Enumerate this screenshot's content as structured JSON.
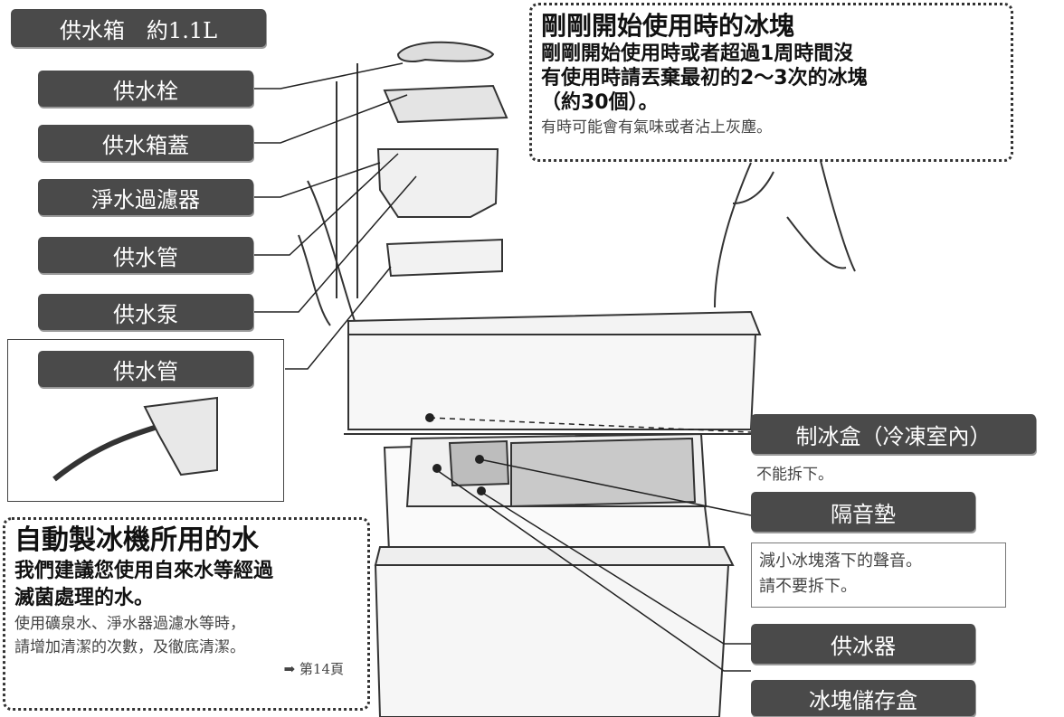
{
  "labels": {
    "tank": "供水箱　約1.1L",
    "plug": "供水栓",
    "tank_lid": "供水箱蓋",
    "filter": "淨水過濾器",
    "pipe1": "供水管",
    "pump": "供水泵",
    "pipe2": "供水管",
    "ice_tray": "制冰盒（冷凍室內）",
    "ice_tray_note": "不能拆下。",
    "mat": "隔音墊",
    "mat_note_1": "減小冰塊落下的聲音。",
    "mat_note_2": "請不要拆下。",
    "ice_feeder": "供冰器",
    "ice_box": "冰塊儲存盒"
  },
  "top_note": {
    "title": "剛剛開始使用時的冰塊",
    "line1": "剛剛開始使用時或者超過1周時間沒",
    "line2": "有使用時請丟棄最初的2～3次的冰塊",
    "line3": "（約30個）。",
    "sub": "有時可能會有氣味或者沾上灰塵。"
  },
  "bottom_note": {
    "title": "自動製冰機所用的水",
    "line1": "我們建議您使用自來水等經過",
    "line2": "滅菌處理的水。",
    "sub1": "使用礦泉水、淨水器過濾水等時，",
    "sub2": "請增加清潔的次數，及徹底清潔。",
    "ref": "➡ 第14頁"
  }
}
